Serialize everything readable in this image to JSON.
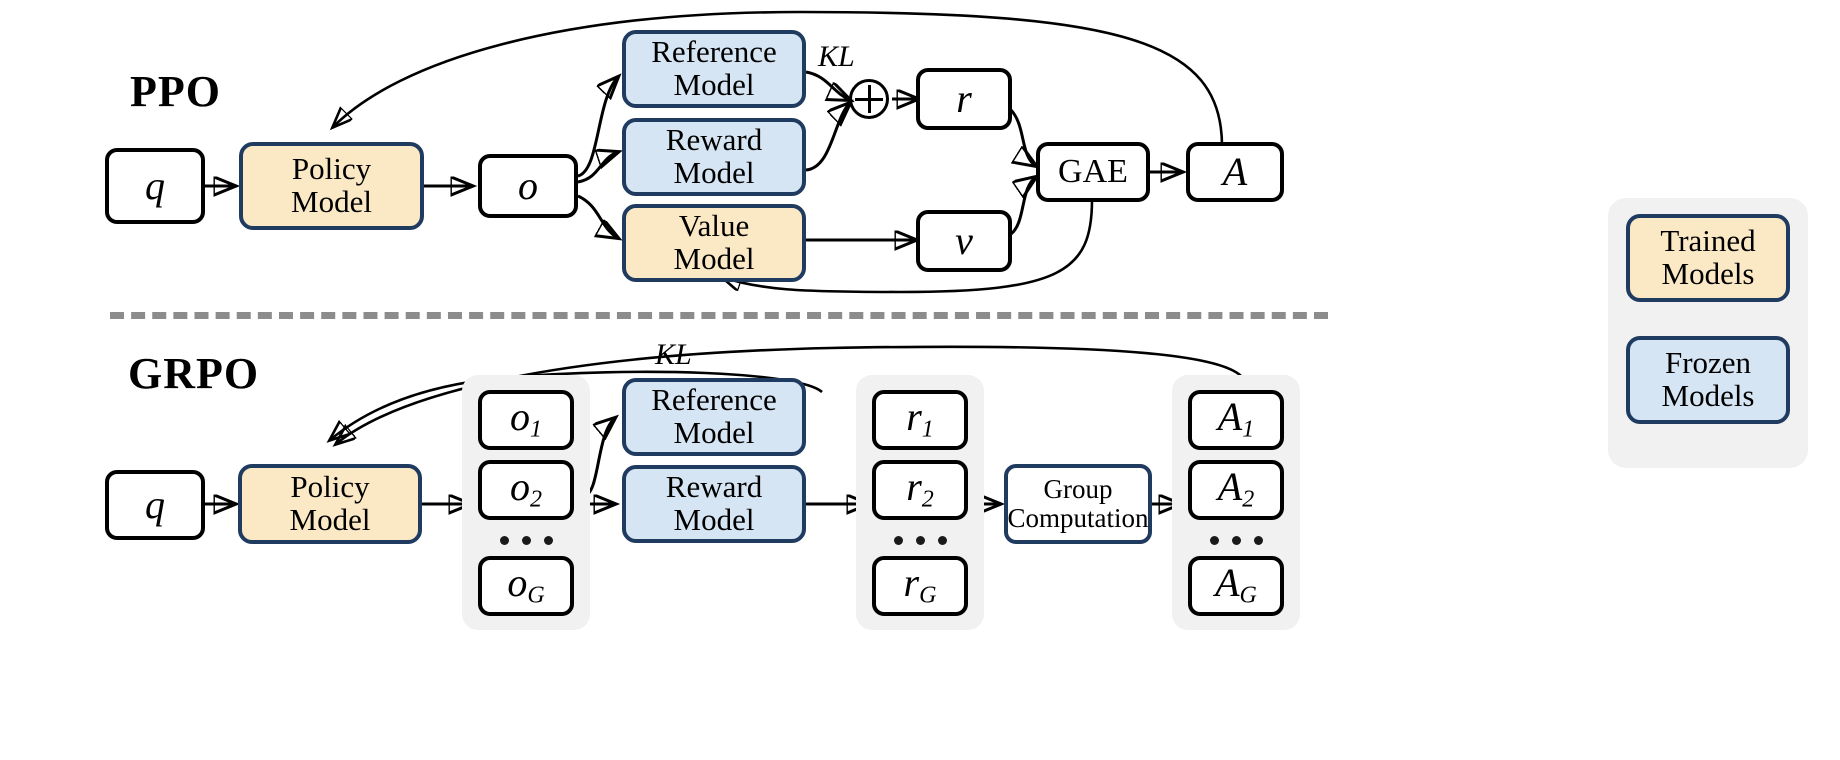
{
  "figure": {
    "type": "diagram",
    "sections": [
      {
        "id": "ppo",
        "title": "PPO",
        "nodes": [
          {
            "name": "q",
            "label": "q",
            "style": "plain"
          },
          {
            "name": "policy-model",
            "label": "Policy\nModel",
            "style": "trained"
          },
          {
            "name": "o",
            "label": "o",
            "style": "plain"
          },
          {
            "name": "reference-model",
            "label": "Reference\nModel",
            "style": "frozen"
          },
          {
            "name": "reward-model",
            "label": "Reward\nModel",
            "style": "frozen"
          },
          {
            "name": "value-model",
            "label": "Value\nModel",
            "style": "trained"
          },
          {
            "name": "r",
            "label": "r",
            "style": "plain"
          },
          {
            "name": "v",
            "label": "v",
            "style": "plain"
          },
          {
            "name": "gae",
            "label": "GAE",
            "style": "plain"
          },
          {
            "name": "A",
            "label": "A",
            "style": "plain"
          }
        ],
        "edge_labels": [
          "KL"
        ],
        "operator": "⊕"
      },
      {
        "id": "grpo",
        "title": "GRPO",
        "nodes": [
          {
            "name": "q",
            "label": "q",
            "style": "plain"
          },
          {
            "name": "policy-model",
            "label": "Policy\nModel",
            "style": "trained"
          },
          {
            "name": "reference-model",
            "label": "Reference\nModel",
            "style": "frozen"
          },
          {
            "name": "reward-model",
            "label": "Reward\nModel",
            "style": "frozen"
          },
          {
            "name": "group-computation",
            "label": "Group\nComputation",
            "style": "navyplain"
          }
        ],
        "groups": [
          {
            "name": "outputs-group",
            "items": [
              "o",
              "o",
              "o"
            ],
            "subs": [
              "1",
              "2",
              "G"
            ]
          },
          {
            "name": "rewards-group",
            "items": [
              "r",
              "r",
              "r"
            ],
            "subs": [
              "1",
              "2",
              "G"
            ]
          },
          {
            "name": "advantages-group",
            "items": [
              "A",
              "A",
              "A"
            ],
            "subs": [
              "1",
              "2",
              "G"
            ]
          }
        ],
        "edge_labels": [
          "KL"
        ]
      }
    ],
    "legend": {
      "name": "legend",
      "items": [
        {
          "label": "Trained\nModels",
          "style": "trained",
          "fill": "#fbe9c6",
          "stroke": "#1f3b60"
        },
        {
          "label": "Frozen\nModels",
          "style": "frozen",
          "fill": "#d6e5f3",
          "stroke": "#1f3b60"
        }
      ]
    },
    "colors": {
      "trained_fill": "#fbe9c6",
      "frozen_fill": "#d6e5f3",
      "model_stroke": "#1f3b60",
      "plain_stroke": "#000000",
      "group_bg": "#f1f1f1",
      "divider": "#8c8c8c",
      "background": "#ffffff"
    }
  },
  "labels": {
    "ppo_title": "PPO",
    "grpo_title": "GRPO",
    "grpo_kl": "KL",
    "ppo_kl": "KL",
    "q": "q",
    "o": "o",
    "r": "r",
    "v": "v",
    "A": "A",
    "gae": "GAE",
    "policy_line1": "Policy",
    "policy_line2": "Model",
    "reference_line1": "Reference",
    "reference_line2": "Model",
    "reward_line1": "Reward",
    "reward_line2": "Model",
    "value_line1": "Value",
    "value_line2": "Model",
    "group_line1": "Group",
    "group_line2": "Computation",
    "plus": "⊕",
    "sub1": "1",
    "sub2": "2",
    "subG": "G",
    "legend_trained_l1": "Trained",
    "legend_trained_l2": "Models",
    "legend_frozen_l1": "Frozen",
    "legend_frozen_l2": "Models"
  }
}
